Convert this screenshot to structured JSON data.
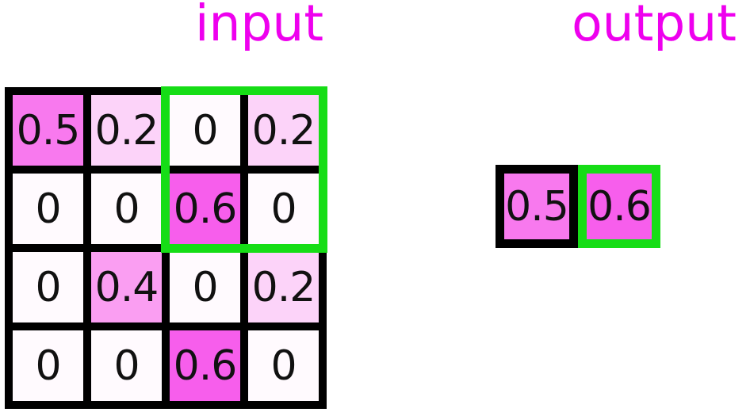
{
  "figure": {
    "input": {
      "label": "input",
      "grid": {
        "rows": [
          [
            "0.5",
            "0.2",
            "0",
            "0.2"
          ],
          [
            "0",
            "0",
            "0.6",
            "0"
          ],
          [
            "0",
            "0.4",
            "0",
            "0.2"
          ],
          [
            "0",
            "0",
            "0.6",
            "0"
          ]
        ]
      },
      "highlight_window": {
        "row_start": 0,
        "row_end": 1,
        "col_start": 2,
        "col_end": 3
      }
    },
    "output": {
      "label": "output",
      "cells": [
        {
          "value": "0.5",
          "highlighted": false
        },
        {
          "value": "0.6",
          "highlighted": true
        }
      ]
    }
  },
  "colors": {
    "label_text": "#ee00ee",
    "highlight_border": "#16dd16",
    "grid_border": "#000000",
    "cell_text": "#111111",
    "value_fill": {
      "0": "#fffafe",
      "0.2": "#fcd3f9",
      "0.4": "#fa9ef2",
      "0.5": "#f879ee",
      "0.6": "#f75eec"
    }
  }
}
